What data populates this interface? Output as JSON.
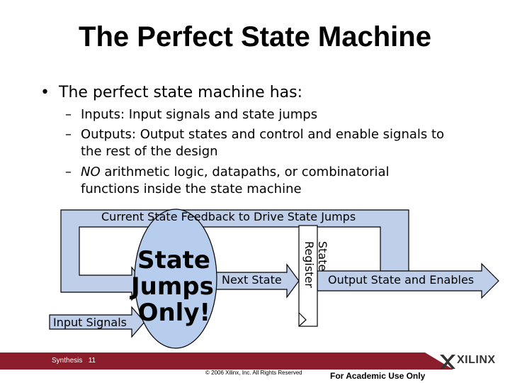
{
  "slide": {
    "title": "The Perfect State Machine",
    "bullet": "The perfect state machine has:",
    "subs": [
      {
        "dash": "–",
        "line1": "Inputs: Input signals and state jumps"
      },
      {
        "dash": "–",
        "line1": "Outputs: Output states and control and enable signals to",
        "line2": "the rest of the design"
      },
      {
        "dash": "–",
        "italic": "NO",
        "line1": " arithmetic logic, datapaths, or combinatorial",
        "line2": "functions inside the state machine"
      }
    ]
  },
  "diagram": {
    "feedback_label": "Current State Feedback to Drive State Jumps",
    "input_label": "Input Signals",
    "jumps_line1": "State",
    "jumps_line2": "Jumps",
    "jumps_line3": "Only!",
    "next_state_label": "Next State",
    "register_line1": "State",
    "register_line2": "Register",
    "output_label": "Output State and Enables"
  },
  "footer": {
    "slide_label": "Synthesis   11",
    "copyright": "© 2006 Xilinx, Inc. All Rights Reserved",
    "academic": "For Academic Use Only",
    "logo_text": "XILINX"
  },
  "colors": {
    "ellipse_fill": "#b7cdee",
    "arrow_fill": "#bfcfe9",
    "footer_red": "#8c1d2a"
  }
}
